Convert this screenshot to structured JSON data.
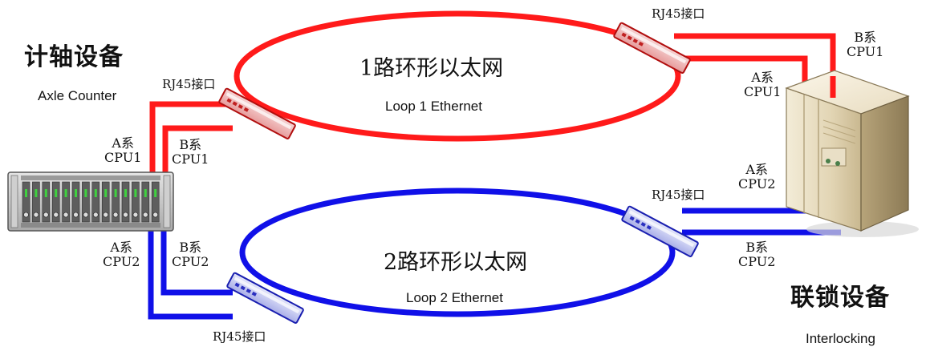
{
  "axle_counter": {
    "title_zh": "计轴设备",
    "title_en": "Axle Counter"
  },
  "interlocking": {
    "title_zh": "联锁设备",
    "title_en": "Interlocking"
  },
  "loop1": {
    "title_zh": "1路环形以太网",
    "title_en": "Loop 1 Ethernet",
    "color": "#ff1a1a"
  },
  "loop2": {
    "title_zh": "2路环形以太网",
    "title_en": "Loop 2 Ethernet",
    "color": "#1010e8"
  },
  "ports": {
    "loop1_left": "RJ45接口",
    "loop1_right": "RJ45接口",
    "loop2_left": "RJ45接口",
    "loop2_right": "RJ45接口"
  },
  "cpu_labels": {
    "axle_a_cpu1": [
      "A系",
      "CPU1"
    ],
    "axle_b_cpu1": [
      "B系",
      "CPU1"
    ],
    "axle_a_cpu2": [
      "A系",
      "CPU2"
    ],
    "axle_b_cpu2": [
      "B系",
      "CPU2"
    ],
    "inter_b_cpu1": [
      "B系",
      "CPU1"
    ],
    "inter_a_cpu1": [
      "A系",
      "CPU1"
    ],
    "inter_a_cpu2": [
      "A系",
      "CPU2"
    ],
    "inter_b_cpu2": [
      "B系",
      "CPU2"
    ]
  }
}
